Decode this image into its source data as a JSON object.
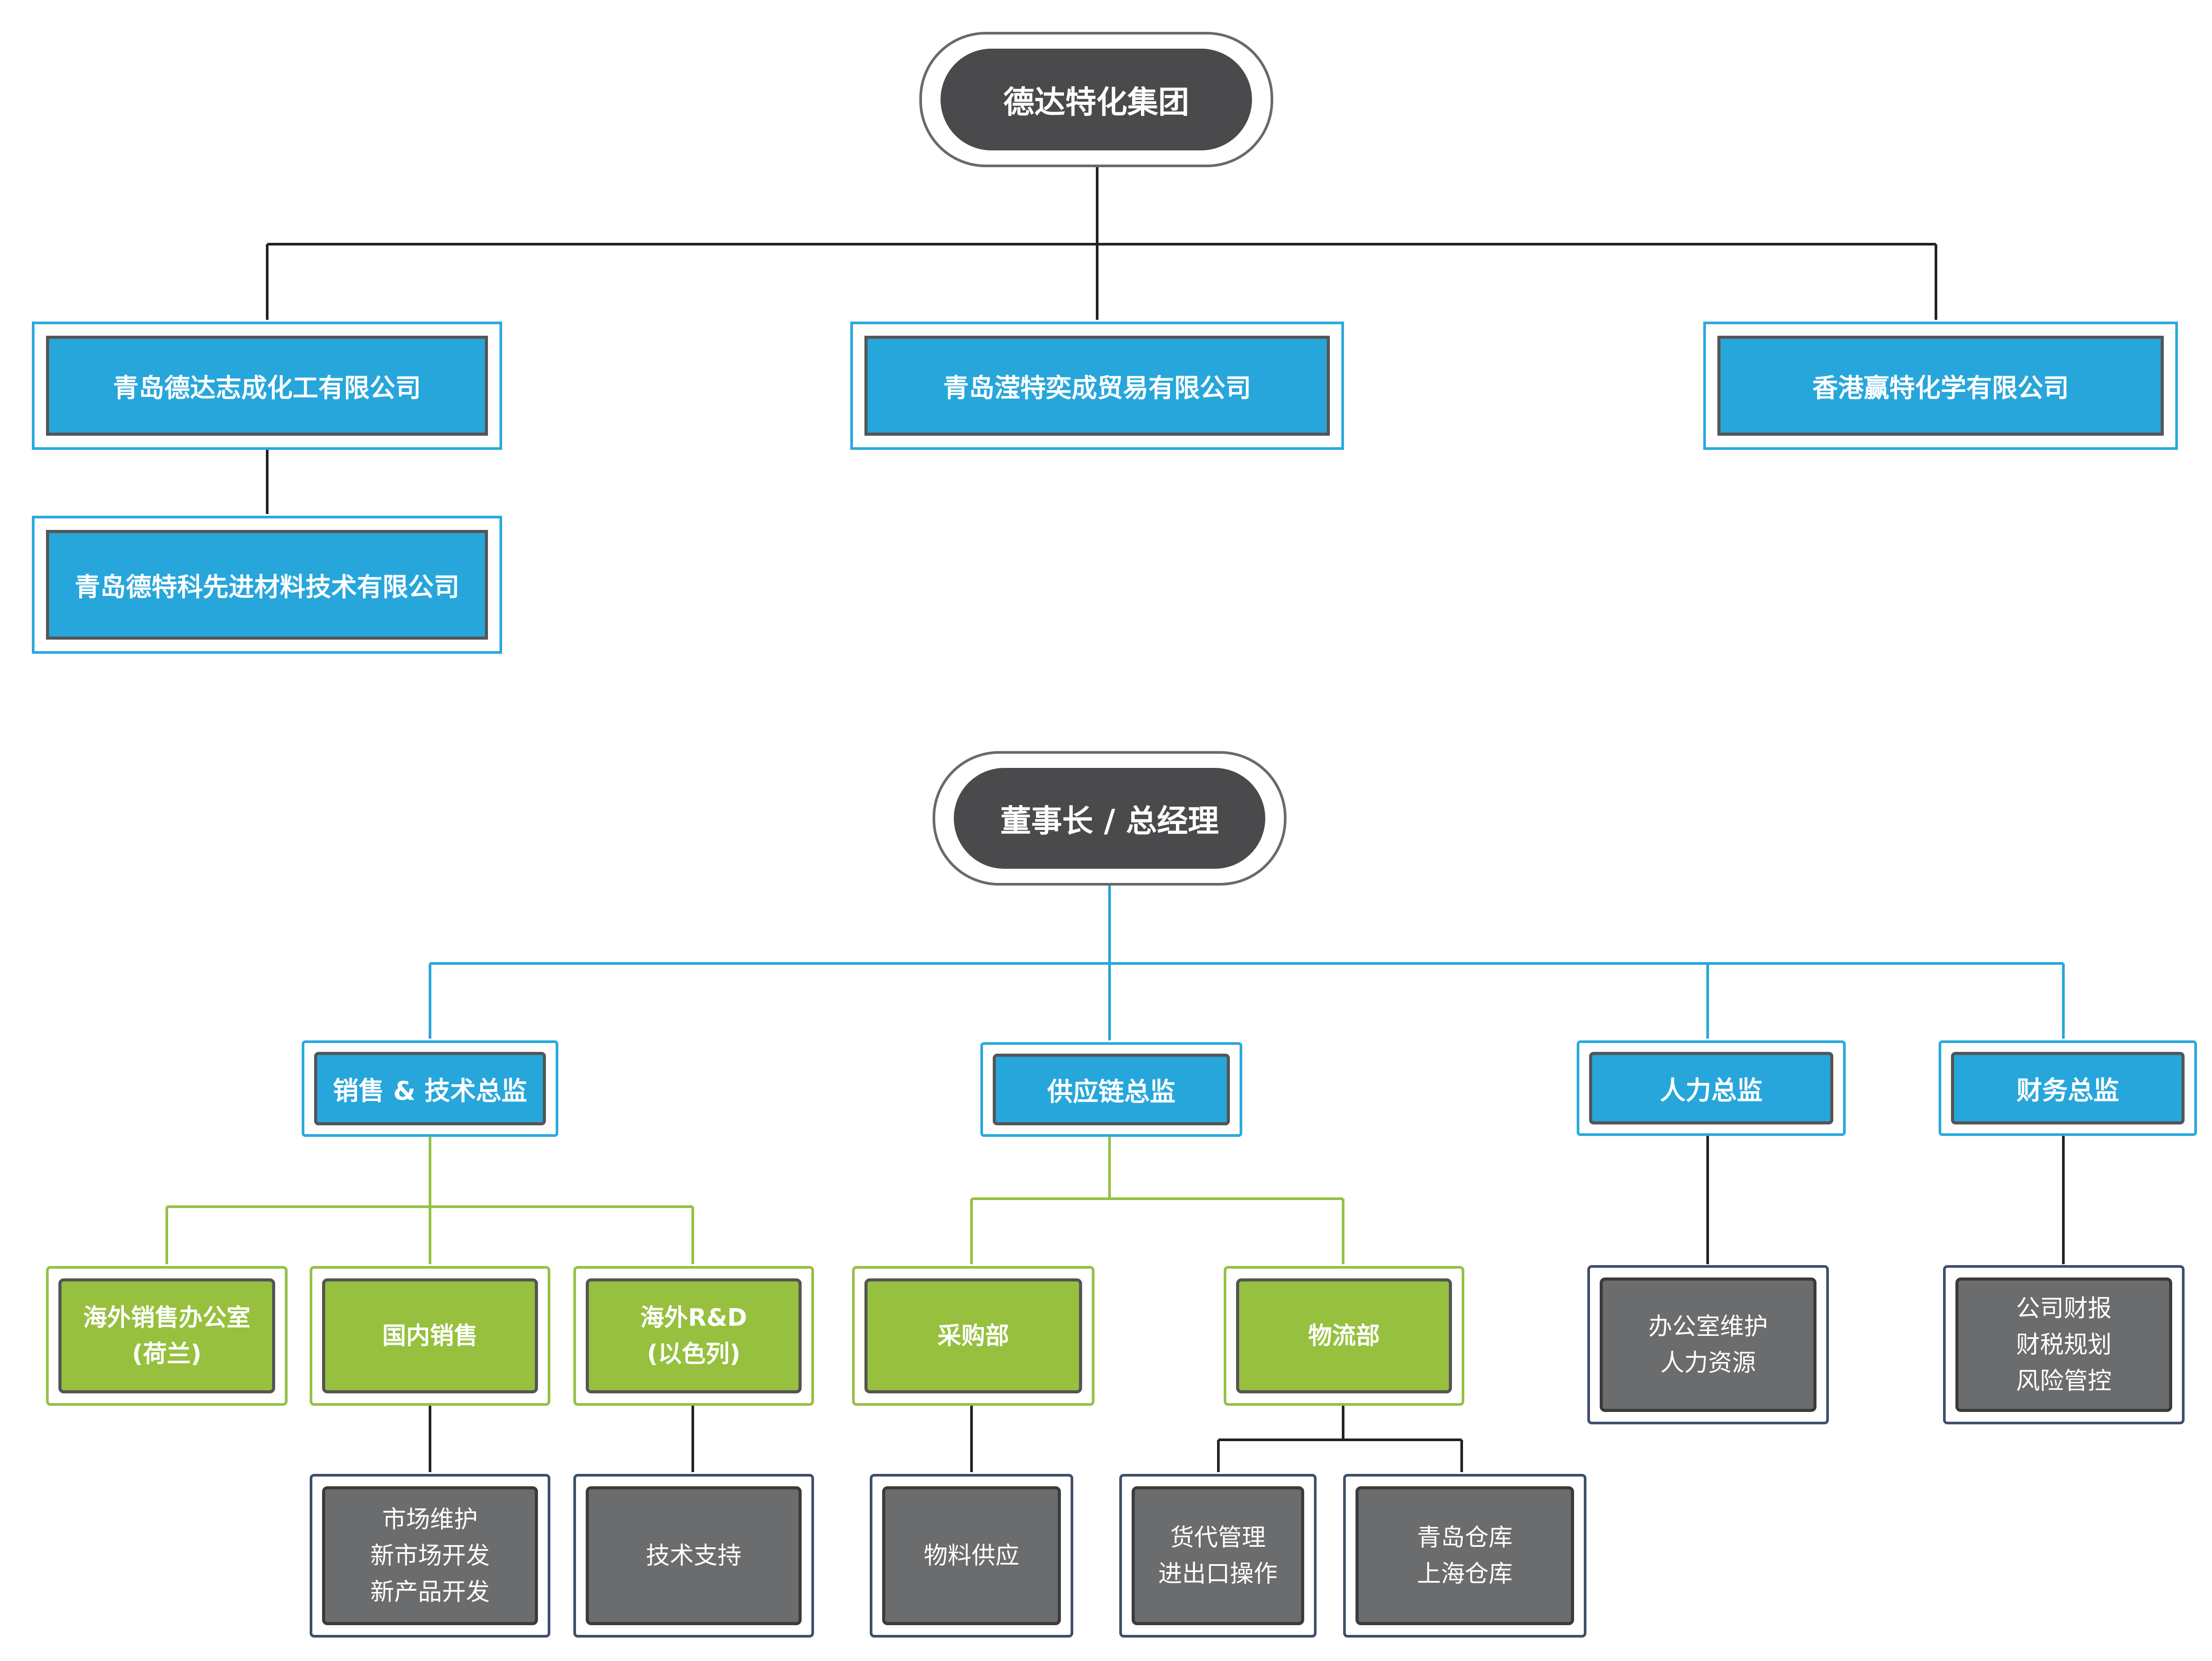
{
  "group": {
    "title": "德达特化集团",
    "subsidiaries": [
      "青岛德达志成化工有限公司",
      "青岛滢特奕成贸易有限公司",
      "香港赢特化学有限公司"
    ],
    "sub_subsidiary": "青岛德特科先进材料技术有限公司"
  },
  "org": {
    "top": "董事长 / 总经理",
    "directors": [
      "销售 & 技术总监",
      "供应链总监",
      "人力总监",
      "财务总监"
    ],
    "sales_units": [
      "海外销售办公室\n(荷兰)",
      "国内销售",
      "海外R&D\n(以色列)"
    ],
    "supply_units": [
      "采购部",
      "物流部"
    ],
    "duties": {
      "domestic_sales": "市场维护\n新市场开发\n新产品开发",
      "overseas_rd": "技术支持",
      "purchasing": "物料供应",
      "logistics_1": "货代管理\n进出口操作",
      "logistics_2": "青岛仓库\n上海仓库",
      "hr": "办公室维护\n人力资源",
      "finance": "公司财报\n财税规划\n风险管控"
    }
  },
  "colors": {
    "dark": "#4a4a4c",
    "blue": "#27a6db",
    "green": "#96c03e",
    "gray": "#6b6c6e",
    "line_black": "#222222",
    "line_blue": "#27a6db",
    "line_green": "#95c043"
  }
}
